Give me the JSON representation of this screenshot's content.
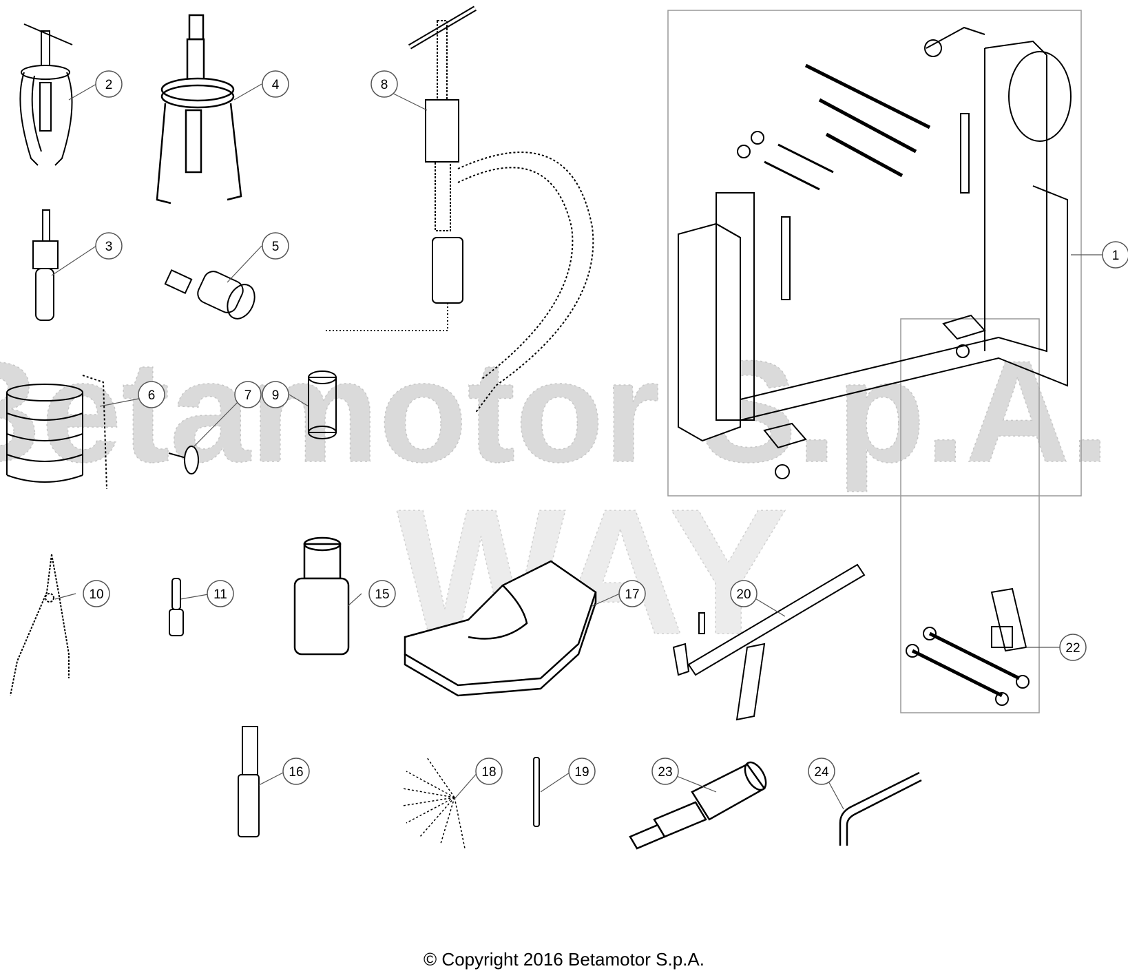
{
  "watermark": {
    "line1": "Betamotor S.p.A.",
    "line2": "WAY",
    "color": "#c8c8c8"
  },
  "colors": {
    "line": "#000000",
    "bubble_fill": "#ffffff",
    "bubble_stroke": "#555555"
  },
  "callouts": [
    "1",
    "2",
    "3",
    "4",
    "5",
    "6",
    "7",
    "8",
    "9",
    "10",
    "11",
    "15",
    "16",
    "17",
    "18",
    "19",
    "20",
    "22",
    "23",
    "24"
  ],
  "copyright": "© Copyright 2016 Betamotor S.p.A."
}
